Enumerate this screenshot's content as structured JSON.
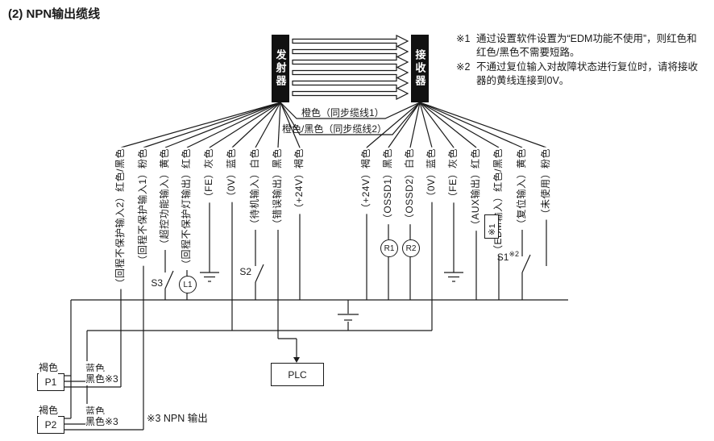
{
  "title": "(2) NPN输出缆线",
  "devices": {
    "transmitter": "发射器",
    "receiver": "接收器"
  },
  "notes": [
    {
      "marker": "※1",
      "text": "通过设置软件设置为“EDM功能不使用”，则红色和红色/黑色不需要短路。"
    },
    {
      "marker": "※2",
      "text": "不通过复位输入对故障状态进行复位时，请将接收器的黄线连接到0V。"
    }
  ],
  "sync": {
    "line1": "橙色（同步缆线1）",
    "line2": "橙色/黑色（同步缆线2）"
  },
  "left_wires": [
    "（回程不保护输入2）红色/黑色",
    "（回程不保护输入1）粉色",
    "（超控功能输入）黄色",
    "（回程不保护灯输出）红色",
    "（FE）灰色",
    "（0V）蓝色",
    "（待机输入）白色",
    "（错误输出）黑色",
    "（+24V）褐色"
  ],
  "right_wires": [
    "（+24V）褐色",
    "（OSSD1）黑色",
    "（OSSD2）白色",
    "（0V）蓝色",
    "（FE）灰色",
    "（AUX输出）红色",
    "（EDM输入）红色/黑色",
    "（复位输入）黄色",
    "（未使用）粉色"
  ],
  "components": {
    "s1": "S1",
    "s1_note": "※2",
    "s2": "S2",
    "s3": "S3",
    "l1": "L1",
    "r1": "R1",
    "r2": "R2",
    "plc": "PLC",
    "p1": "P1",
    "p2": "P2",
    "edm_note": "※1"
  },
  "bottom": {
    "p1": {
      "brown": "褐色",
      "blue": "蓝色",
      "black": "黑色※3"
    },
    "p2": {
      "brown": "褐色",
      "blue": "蓝色",
      "black": "黑色※3"
    },
    "npn_note": "※3 NPN 输出"
  }
}
